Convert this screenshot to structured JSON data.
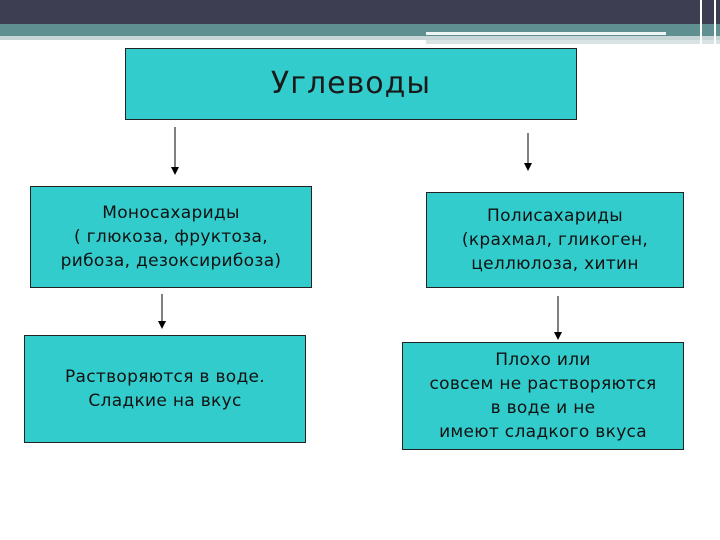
{
  "diagram": {
    "root": "Углеводы",
    "branches": [
      {
        "title": "Моносахариды\n( глюкоза, фруктоза,\nрибоза,  дезоксирибоза)",
        "property": "Растворяются в воде.\n Сладкие на вкус"
      },
      {
        "title": "Полисахариды\n(крахмал, гликоген,\nцеллюлоза, хитин",
        "property": "Плохо или\n совсем не растворяются\nв воде и не\nимеют сладкого вкуса"
      }
    ]
  },
  "colors": {
    "box_fill": "#33cccc",
    "box_border": "#222222",
    "header_dark": "#3e3e52",
    "header_teal": "#5f8f91"
  }
}
